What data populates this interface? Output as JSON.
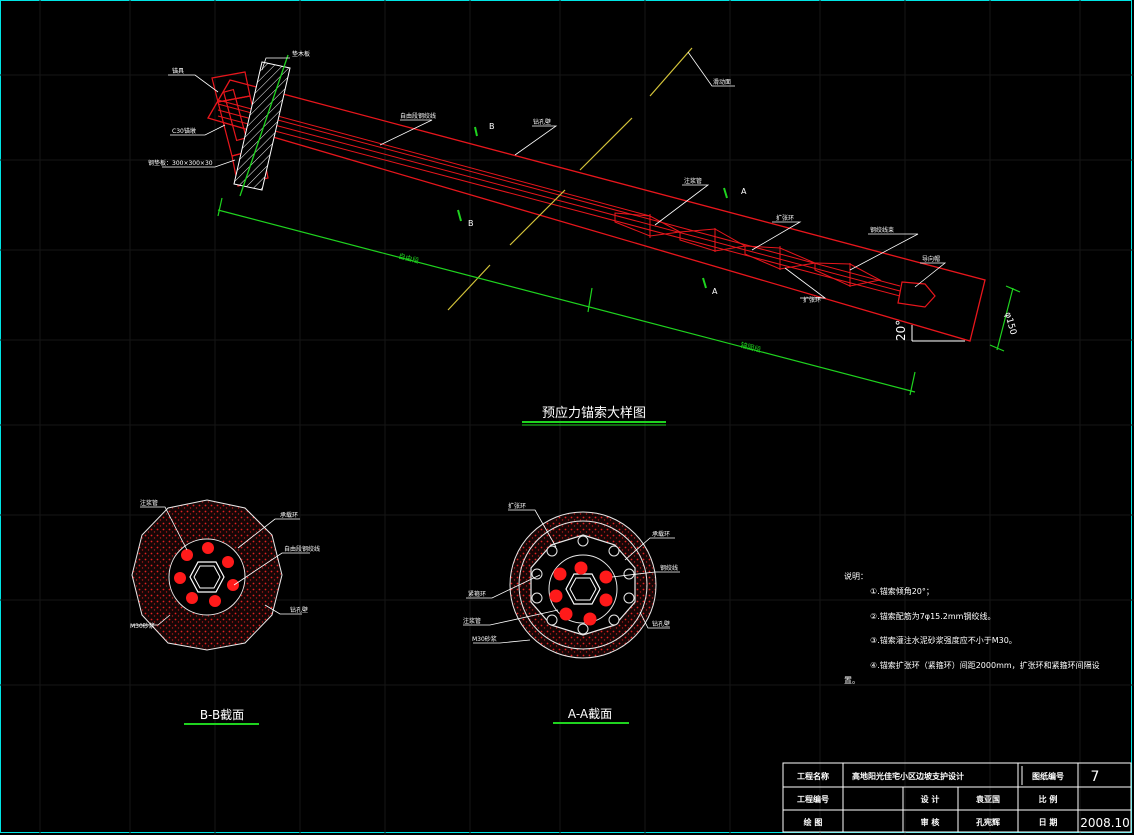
{
  "main_drawing": {
    "title": "预应力锚索大样图",
    "angle_label": "20°",
    "dim_right_label": "φ150",
    "dim_top_label": "自由段",
    "dim_bottom_label": "锚固段",
    "section_markers": [
      "B",
      "B",
      "A",
      "A"
    ],
    "callouts": [
      "锚具",
      "C30锚墩",
      "钢垫板：300×300×30",
      "垫木板",
      "自由段钢绞线",
      "钻孔壁",
      "滑动面",
      "注浆管",
      "扩张环",
      "扩张环",
      "钢绞线束",
      "导向帽"
    ]
  },
  "section_bb": {
    "title": "B-B截面",
    "callouts": [
      "注浆管",
      "承载环",
      "自由段钢绞线",
      "钻孔壁",
      "M30砂浆"
    ]
  },
  "section_aa": {
    "title": "A-A截面",
    "callouts": [
      "扩张环",
      "承载环",
      "钢绞线",
      "紧箍环",
      "注浆管",
      "M30砂浆",
      "钻孔壁"
    ]
  },
  "notes": {
    "heading": "说明：",
    "items": [
      "①.锚索倾角20°；",
      "②.锚索配筋为7φ15.2mm钢绞线。",
      "③.锚索灌注水泥砂浆强度应不小于M30。",
      "④.锚索扩张环（紧箍环）间距2000mm，扩张环和紧箍环间隔设",
      "置。"
    ]
  },
  "title_block": {
    "project_name_label": "工程名称",
    "project_name": "高地阳光佳宅小区边坡支护设计",
    "drawing_no_label": "图纸编号",
    "drawing_no": "7",
    "project_no_label": "工程编号",
    "design_label": "设 计",
    "designer": "袁亚国",
    "scale_label": "比 例",
    "drawn_label": "绘 图",
    "review_label": "审 核",
    "reviewer": "孔宪辉",
    "date_label": "日 期",
    "date": "2008.10"
  },
  "colors": {
    "frame": "#00e5e5",
    "outline": "#e8161c",
    "dimension": "#1fd31f",
    "section_line": "#d4c43a",
    "text": "#ffffff",
    "mortar": "#c0161a",
    "grid": "#1a1a1a"
  }
}
